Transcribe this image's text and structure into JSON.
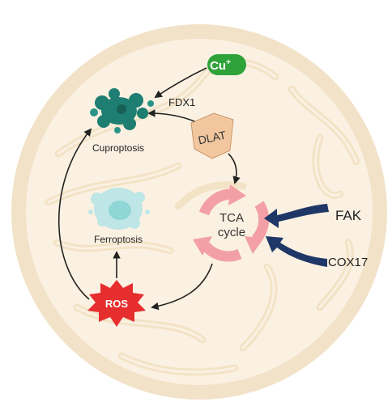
{
  "labels": {
    "cu": "Cu",
    "cu_sup": "+",
    "fdx1": "FDX1",
    "dlat": "DLAT",
    "cuproptosis": "Cuproptosis",
    "ferroptosis": "Ferroptosis",
    "tca_line1": "TCA",
    "tca_line2": "cycle",
    "fak": "FAK",
    "cox17": "COX17",
    "ros": "ROS"
  },
  "colors": {
    "membrane_outer": "#f2e2c8",
    "membrane_fill": "#fbf1e2",
    "cristae": "#f3e3c6",
    "cu_green": "#2fa33a",
    "cuproptosis_teal": "#1f7e72",
    "ferroptosis_aqua": "#8fd6d6",
    "dlat_tan": "#f2c7a0",
    "tca_pink": "#f2a0a6",
    "ros_red": "#e62e2e",
    "navy_arrow": "#1f3766",
    "black_arrow": "#222222"
  }
}
